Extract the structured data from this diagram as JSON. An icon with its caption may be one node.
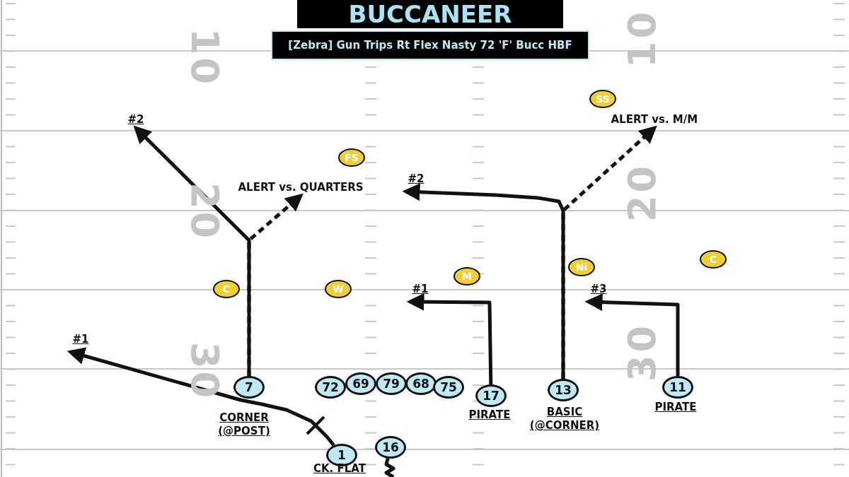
{
  "diagram": {
    "title": "BUCCANEER",
    "caption": "[Zebra] Gun Trips Rt Flex Nasty 72 'F' Bucc HBF",
    "nodes": [
      {
        "text": [
          "SS"
        ]
      },
      {
        "text": [
          "#2"
        ]
      },
      {
        "text": [
          "ALERT vs. M/M"
        ]
      },
      {
        "text": [
          "FS"
        ]
      },
      {
        "text": [
          "ALERT vs. QUARTERS"
        ]
      },
      {
        "text": [
          "#2"
        ]
      },
      {
        "text": [
          "C"
        ]
      },
      {
        "text": [
          "Ni"
        ]
      },
      {
        "text": [
          "M"
        ]
      },
      {
        "text": [
          "C"
        ]
      },
      {
        "text": [
          "W"
        ]
      },
      {
        "text": [
          "#1"
        ]
      },
      {
        "text": [
          "#3"
        ]
      },
      {
        "text": [
          "#1"
        ]
      },
      {
        "text": [
          "7"
        ],
        "beside": [
          "CORNER (@POST)"
        ]
      },
      {
        "text": [
          "72"
        ]
      },
      {
        "text": [
          "69"
        ]
      },
      {
        "text": [
          "79"
        ]
      },
      {
        "text": [
          "68"
        ]
      },
      {
        "text": [
          "75"
        ]
      },
      {
        "text": [
          "17"
        ],
        "beside": [
          "PIRATE"
        ]
      },
      {
        "text": [
          "13"
        ],
        "beside": [
          "BASIC (@CORNER)"
        ]
      },
      {
        "text": [
          "11"
        ],
        "beside": [
          "PIRATE"
        ]
      },
      {
        "text": [
          "1"
        ],
        "beside": [
          "CK. FLAT"
        ]
      },
      {
        "text": [
          "16"
        ]
      }
    ],
    "edges": [
      {
        "from": 14,
        "to": 1,
        "arrow": "to"
      },
      {
        "from": 14,
        "to": 4,
        "arrow": "to",
        "style": "dashed"
      },
      {
        "from": 21,
        "to": 5,
        "arrow": "to"
      },
      {
        "from": 21,
        "to": 2,
        "arrow": "to",
        "style": "dashed"
      },
      {
        "from": 20,
        "to": 11,
        "arrow": "to"
      },
      {
        "from": 22,
        "to": 12,
        "arrow": "to"
      },
      {
        "from": 23,
        "to": 13,
        "arrow": "to"
      },
      {
        "from": 24,
        "to": null,
        "arrow": "none"
      }
    ],
    "labels": [
      "10",
      "10",
      "20",
      "20",
      "30",
      "30"
    ]
  }
}
